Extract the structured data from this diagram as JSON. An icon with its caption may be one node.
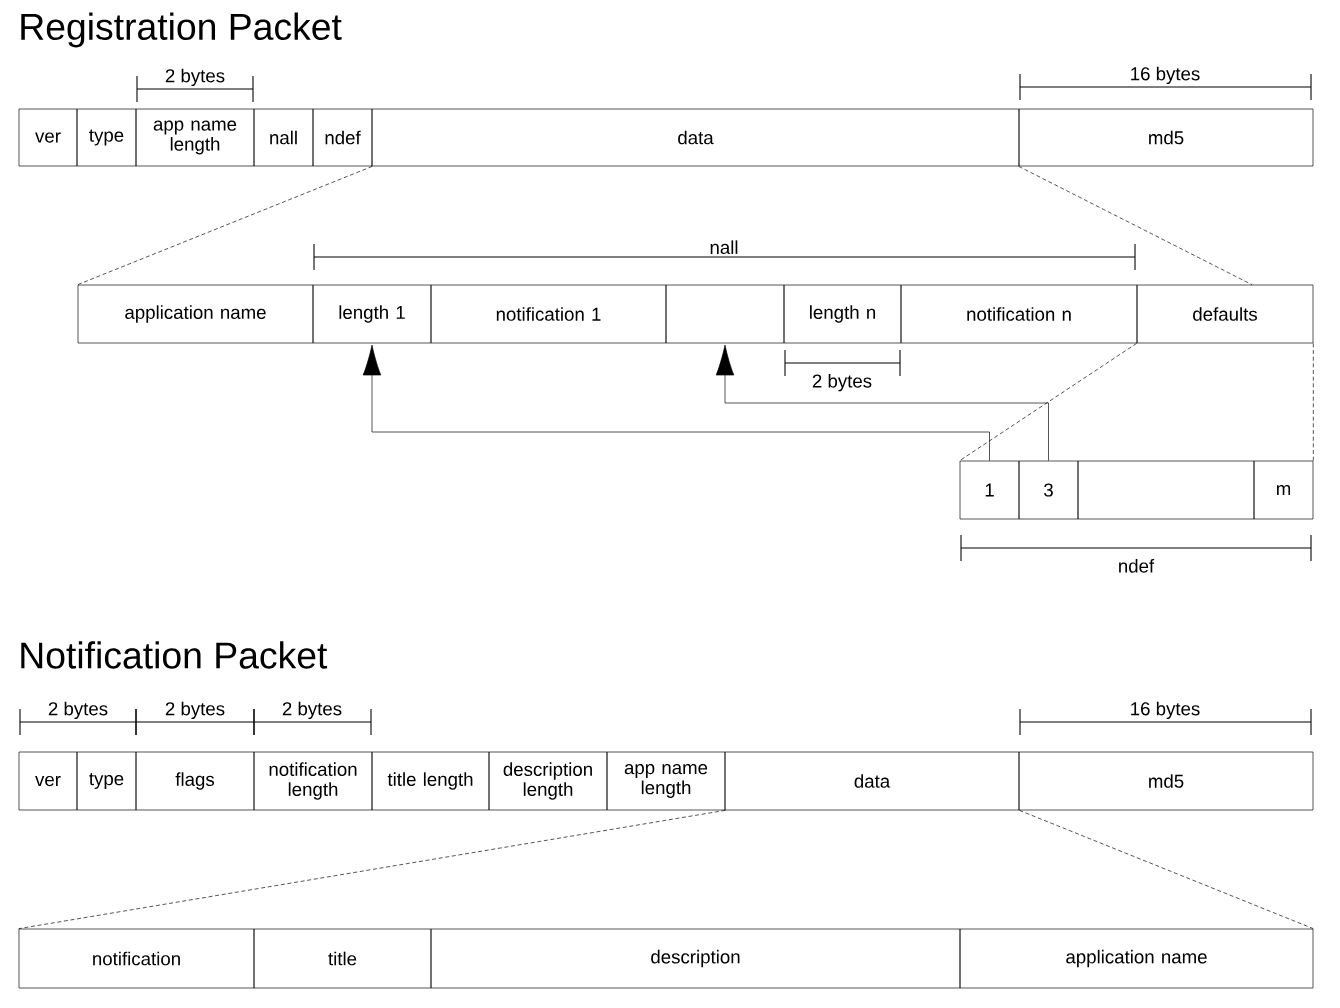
{
  "diagram": {
    "nodes": [
      {
        "text": [
          "ver"
        ]
      },
      {
        "text": [
          "type"
        ]
      },
      {
        "text": [
          "app name length"
        ]
      },
      {
        "text": [
          "nall"
        ]
      },
      {
        "text": [
          "ndef"
        ]
      },
      {
        "text": [
          "data"
        ]
      },
      {
        "text": [
          "md5"
        ]
      },
      {
        "text": [
          "application name"
        ]
      },
      {
        "text": [
          "length 1"
        ]
      },
      {
        "text": [
          "notification 1"
        ]
      },
      {
        "text": [],
        "shape": "box"
      },
      {
        "text": [
          "length n"
        ]
      },
      {
        "text": [
          "notification n"
        ]
      },
      {
        "text": [
          "defaults"
        ]
      },
      {
        "text": [
          "1"
        ]
      },
      {
        "text": [
          "3"
        ]
      },
      {
        "text": [],
        "shape": "box"
      },
      {
        "text": [
          "m"
        ]
      },
      {
        "text": [
          "ver"
        ]
      },
      {
        "text": [
          "type"
        ]
      },
      {
        "text": [
          "flags"
        ]
      },
      {
        "text": [
          "notification length"
        ]
      },
      {
        "text": [
          "title length"
        ]
      },
      {
        "text": [
          "description length"
        ]
      },
      {
        "text": [
          "app name length"
        ]
      },
      {
        "text": [
          "data"
        ]
      },
      {
        "text": [
          "md5"
        ]
      },
      {
        "text": [
          "notification"
        ]
      },
      {
        "text": [
          "title"
        ]
      },
      {
        "text": [
          "description"
        ]
      },
      {
        "text": [
          "application name"
        ]
      }
    ],
    "edges": [
      {
        "from": 14,
        "to": 8,
        "arrow": "to"
      },
      {
        "from": 15,
        "to": 10,
        "arrow": "to"
      },
      {
        "from": 4,
        "to": 7,
        "arrow": "none",
        "style": "dashed"
      },
      {
        "from": 6,
        "to": 13,
        "arrow": "none",
        "style": "dashed"
      },
      {
        "from": 13,
        "to": 14,
        "arrow": "none",
        "style": "dashed"
      },
      {
        "from": 13,
        "to": 17,
        "arrow": "none",
        "style": "dashed"
      },
      {
        "from": 24,
        "to": 27,
        "arrow": "none",
        "style": "dashed"
      },
      {
        "from": 25,
        "to": 30,
        "arrow": "none",
        "style": "dashed"
      }
    ],
    "labels": [
      "Registration Packet",
      "2 bytes",
      "16 bytes",
      "nall",
      "2 bytes",
      "ndef",
      "Notification Packet",
      "2 bytes",
      "2 bytes",
      "2 bytes",
      "16 bytes"
    ]
  }
}
